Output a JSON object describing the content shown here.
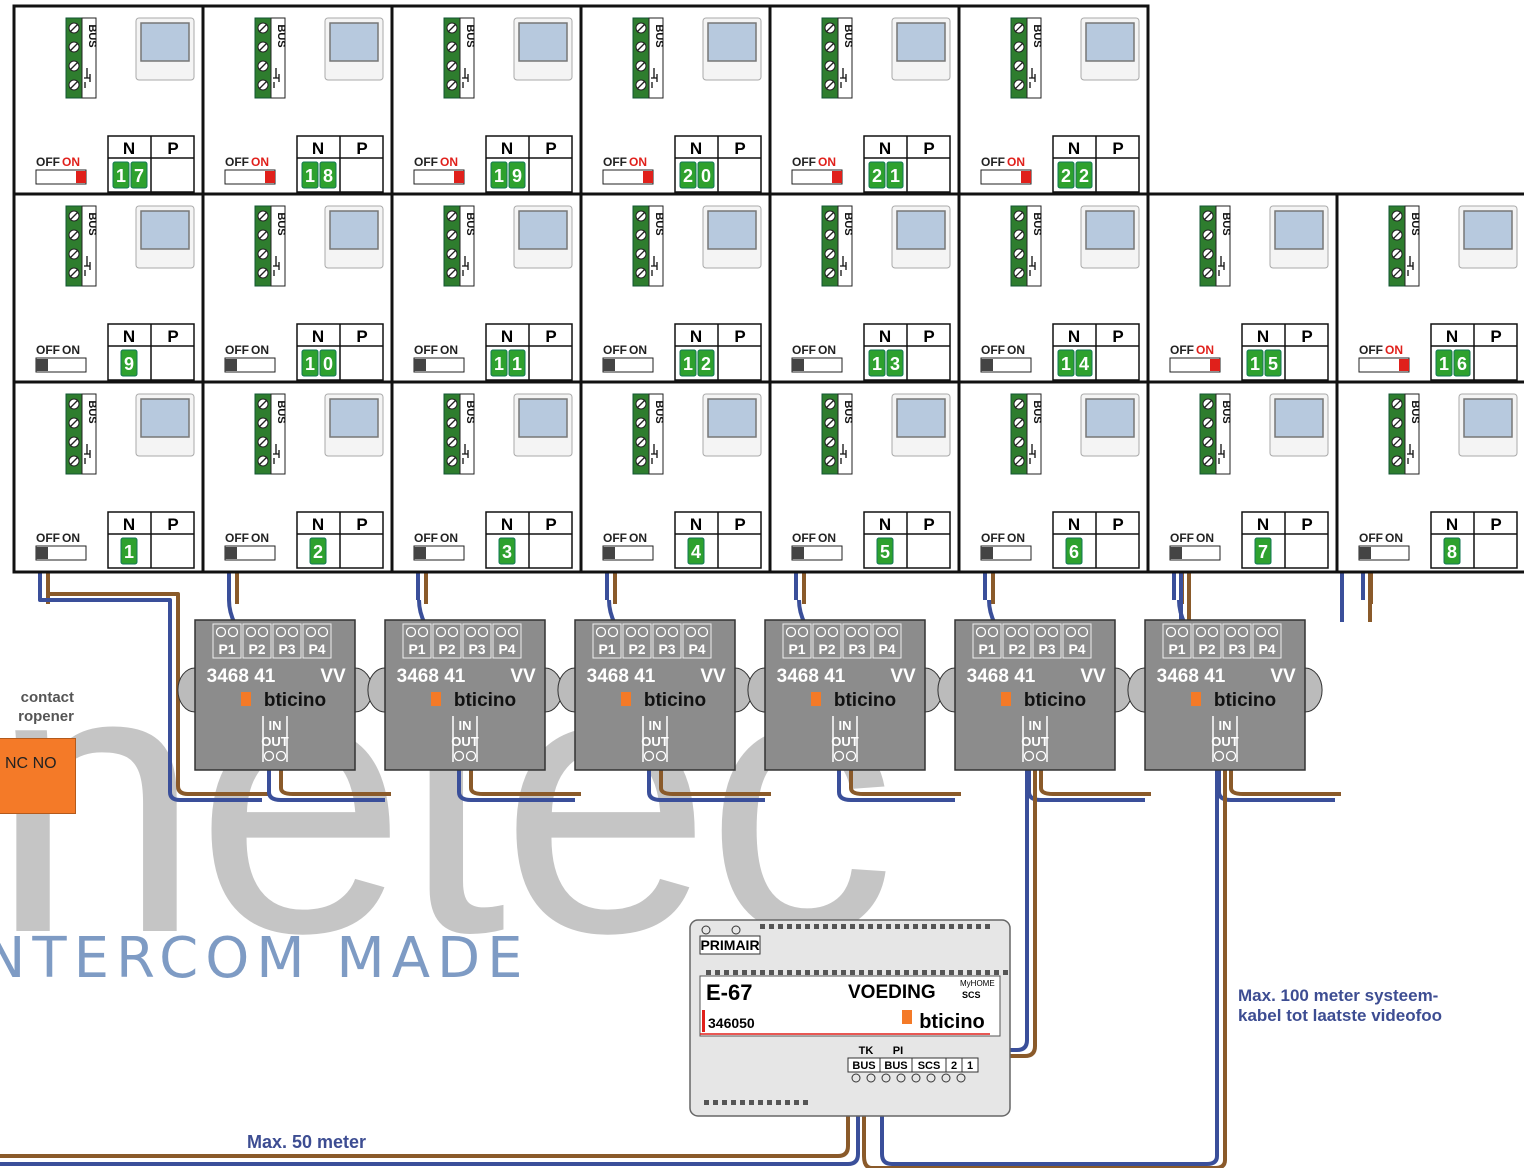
{
  "watermark": {
    "brand": "netec",
    "tagline": "INTERCOM MADE"
  },
  "contact": {
    "line1": "contact",
    "line2": "ropener",
    "nc": "NC",
    "no": "NO"
  },
  "panel": {
    "bus_label": "BUS",
    "n_label": "N",
    "p_label": "P",
    "off_label": "OFF",
    "on_label": "ON",
    "rows": [
      {
        "units": [
          {
            "n": "17",
            "switch_on": true
          },
          {
            "n": "18",
            "switch_on": true
          },
          {
            "n": "19",
            "switch_on": true
          },
          {
            "n": "20",
            "switch_on": true
          },
          {
            "n": "21",
            "switch_on": true
          },
          {
            "n": "22",
            "switch_on": true
          }
        ]
      },
      {
        "units": [
          {
            "n": "9",
            "switch_on": false
          },
          {
            "n": "10",
            "switch_on": false
          },
          {
            "n": "11",
            "switch_on": false
          },
          {
            "n": "12",
            "switch_on": false
          },
          {
            "n": "13",
            "switch_on": false
          },
          {
            "n": "14",
            "switch_on": false
          },
          {
            "n": "15",
            "switch_on": true
          },
          {
            "n": "16",
            "switch_on": true
          }
        ]
      },
      {
        "units": [
          {
            "n": "1",
            "switch_on": false
          },
          {
            "n": "2",
            "switch_on": false
          },
          {
            "n": "3",
            "switch_on": false
          },
          {
            "n": "4",
            "switch_on": false
          },
          {
            "n": "5",
            "switch_on": false
          },
          {
            "n": "6",
            "switch_on": false
          },
          {
            "n": "7",
            "switch_on": false
          },
          {
            "n": "8",
            "switch_on": false
          }
        ]
      }
    ]
  },
  "distributor": {
    "ports": [
      "P1",
      "P2",
      "P3",
      "P4"
    ],
    "model": "3468 41",
    "suffix": "VV",
    "brand": "bticino",
    "in_label": "IN",
    "out_label": "OUT",
    "count": 6
  },
  "power_supply": {
    "primair": "PRIMAIR",
    "model": "E-67",
    "name": "VOEDING",
    "myhome": "MyHOME",
    "scs": "SCS",
    "code": "346050",
    "brand": "bticino",
    "tk": "TK",
    "pi": "PI",
    "terminals": [
      "BUS",
      "BUS",
      "SCS",
      "2",
      "1"
    ]
  },
  "notes": {
    "right_line1": "Max. 100 meter systeem-",
    "right_line2": "kabel tot laatste videofoo",
    "bottom": "Max. 50 meter"
  },
  "colors": {
    "wire_blue": "#3a4f9a",
    "wire_brown": "#8a5a2a",
    "terminal_green": "#2e7d2e",
    "number_green": "#2ea12e",
    "switch_red": "#e0201b",
    "box_grey": "#8c8c8c",
    "relay_orange": "#f47a28"
  }
}
